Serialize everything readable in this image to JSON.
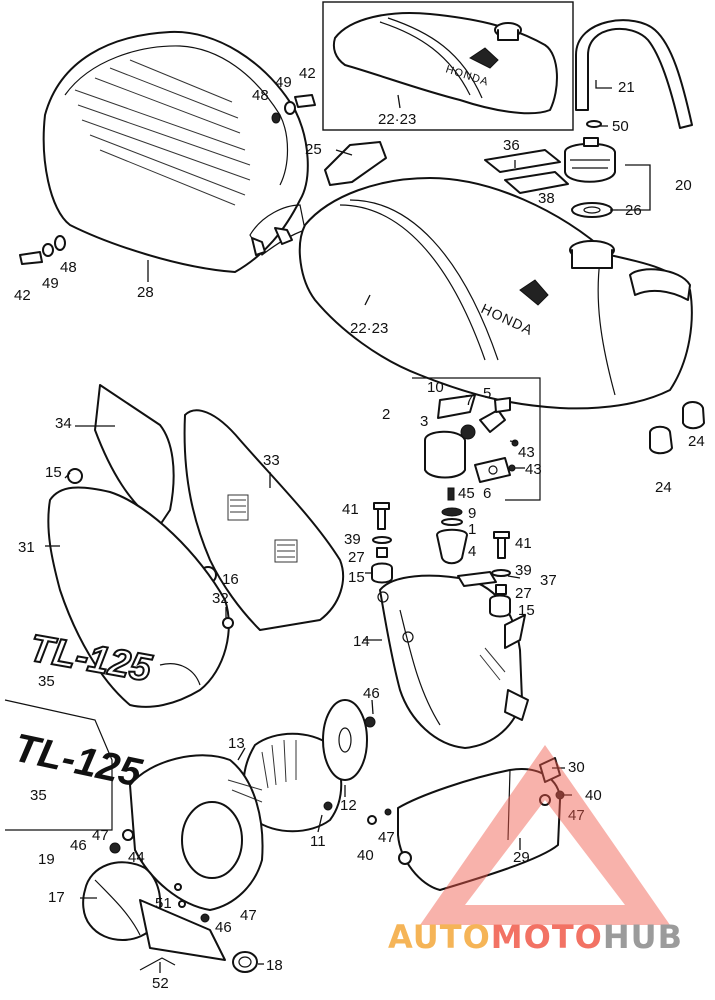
{
  "callouts": [
    {
      "id": "c42a",
      "text": "42"
    },
    {
      "id": "c49a",
      "text": "49"
    },
    {
      "id": "c48a",
      "text": "48"
    },
    {
      "id": "c22a",
      "text": "22·23"
    },
    {
      "id": "c21",
      "text": "21"
    },
    {
      "id": "c50",
      "text": "50"
    },
    {
      "id": "c25",
      "text": "25"
    },
    {
      "id": "c36",
      "text": "36"
    },
    {
      "id": "c20",
      "text": "20"
    },
    {
      "id": "c38",
      "text": "38"
    },
    {
      "id": "c26",
      "text": "26"
    },
    {
      "id": "c42b",
      "text": "42"
    },
    {
      "id": "c49b",
      "text": "49"
    },
    {
      "id": "c48b",
      "text": "48"
    },
    {
      "id": "c28",
      "text": "28"
    },
    {
      "id": "c22b",
      "text": "22·23"
    },
    {
      "id": "c10",
      "text": "10"
    },
    {
      "id": "c7",
      "text": "7"
    },
    {
      "id": "c5",
      "text": "5"
    },
    {
      "id": "c2",
      "text": "2"
    },
    {
      "id": "c3",
      "text": "3"
    },
    {
      "id": "c43a",
      "text": "43"
    },
    {
      "id": "c43b",
      "text": "43"
    },
    {
      "id": "c6",
      "text": "6"
    },
    {
      "id": "c45",
      "text": "45"
    },
    {
      "id": "c9",
      "text": "9"
    },
    {
      "id": "c1",
      "text": "1"
    },
    {
      "id": "c4",
      "text": "4"
    },
    {
      "id": "c41a",
      "text": "41"
    },
    {
      "id": "c39a",
      "text": "39"
    },
    {
      "id": "c27a",
      "text": "27"
    },
    {
      "id": "c15a",
      "text": "15"
    },
    {
      "id": "c41b",
      "text": "41"
    },
    {
      "id": "c39b",
      "text": "39"
    },
    {
      "id": "c27b",
      "text": "27"
    },
    {
      "id": "c37",
      "text": "37"
    },
    {
      "id": "c15b",
      "text": "15"
    },
    {
      "id": "c24a",
      "text": "24"
    },
    {
      "id": "c24b",
      "text": "24"
    },
    {
      "id": "c34",
      "text": "34"
    },
    {
      "id": "c33",
      "text": "33"
    },
    {
      "id": "c15c",
      "text": "15"
    },
    {
      "id": "c31",
      "text": "31"
    },
    {
      "id": "c16",
      "text": "16"
    },
    {
      "id": "c32",
      "text": "32"
    },
    {
      "id": "c14",
      "text": "14"
    },
    {
      "id": "c35a",
      "text": "35"
    },
    {
      "id": "c46a",
      "text": "46"
    },
    {
      "id": "c13",
      "text": "13"
    },
    {
      "id": "c12",
      "text": "12"
    },
    {
      "id": "c11",
      "text": "11"
    },
    {
      "id": "c35b",
      "text": "35"
    },
    {
      "id": "c30",
      "text": "30"
    },
    {
      "id": "c40a",
      "text": "40"
    },
    {
      "id": "c47a",
      "text": "47"
    },
    {
      "id": "c47b",
      "text": "47"
    },
    {
      "id": "c40b",
      "text": "40"
    },
    {
      "id": "c29",
      "text": "29"
    },
    {
      "id": "c46b",
      "text": "46"
    },
    {
      "id": "c47c",
      "text": "47"
    },
    {
      "id": "c19",
      "text": "19"
    },
    {
      "id": "c44",
      "text": "44"
    },
    {
      "id": "c17",
      "text": "17"
    },
    {
      "id": "c51",
      "text": "51"
    },
    {
      "id": "c46c",
      "text": "46"
    },
    {
      "id": "c47d",
      "text": "47"
    },
    {
      "id": "c18",
      "text": "18"
    },
    {
      "id": "c52",
      "text": "52"
    }
  ],
  "tank_brand_small": "HONDA",
  "tank_brand_large": "HONDA",
  "emblem_upper": "TL-125",
  "emblem_lower": "TL-125",
  "watermark": {
    "part1": "AUTO",
    "part2": "MOTO",
    "part3": "HUB",
    "color1": "#f4a83a",
    "color2": "#f05a4a",
    "color3": "#8a8a8a",
    "triangle_color": "#f05a4a"
  }
}
